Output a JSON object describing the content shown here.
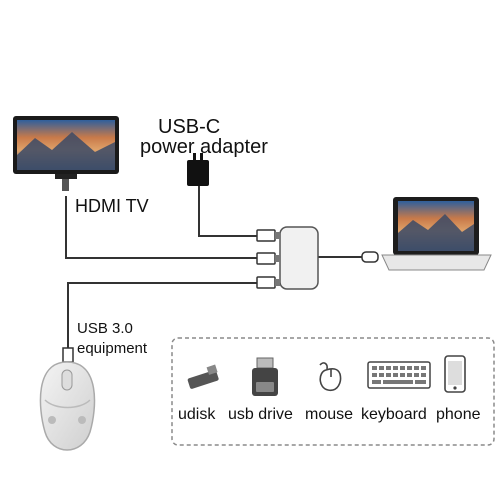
{
  "labels": {
    "usbc_line1": "USB-C",
    "usbc_line2": "power adapter",
    "hdmi_tv": "HDMI TV",
    "usb30_line1": "USB 3.0",
    "usb30_line2": "equipment"
  },
  "devices": [
    {
      "label": "udisk",
      "icon": "udisk-icon"
    },
    {
      "label": "usb drive",
      "icon": "usb-drive-icon"
    },
    {
      "label": "mouse",
      "icon": "mouse-icon"
    },
    {
      "label": "keyboard",
      "icon": "keyboard-icon"
    },
    {
      "label": "phone",
      "icon": "phone-icon"
    }
  ],
  "colors": {
    "cable": "#333333",
    "panel_border": "#8a8a8a",
    "adapter_body": "#eeeeee",
    "sky_top": "#3a6fb0",
    "sky_mid": "#c46a3c"
  }
}
